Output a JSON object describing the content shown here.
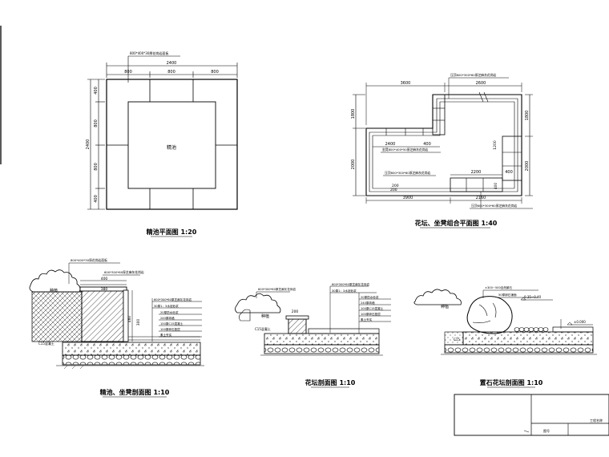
{
  "drawings": {
    "plan_pool": {
      "title": "精池平面图 1:20",
      "center_label": "精池",
      "dims_top": [
        "2400",
        "800",
        "800",
        "800"
      ],
      "dims_left": [
        "400",
        "800",
        "800",
        "400"
      ],
      "dim_left_total": "2400",
      "leader_note": "800*400*30厚花岗岩面板"
    },
    "plan_planter": {
      "title": "花坛、坐凳组合平面图 1:40",
      "dims": [
        "3600",
        "2600",
        "1800",
        "1800",
        "2400",
        "400",
        "2000",
        "2000",
        "2200",
        "400",
        "1200",
        "400",
        "200",
        "200",
        "3900",
        "2160"
      ],
      "notes": [
        "压顶600*300*60厚芝麻灰花岗岩",
        "坐凳800*400*50厚芝麻灰花岗岩",
        "压顶600*300*60厚芝麻灰花岗岩",
        "压顶600*300*60厚芝麻灰花岗岩"
      ]
    },
    "section_pool": {
      "title": "精池、坐凳剖面图 1:10",
      "dims": [
        "400",
        "380",
        "460",
        "300"
      ],
      "notes": [
        "800*400*30厚花岗岩面板",
        "600*300*60厚芝麻灰花岗岩",
        "30厚1：3水泥砂浆",
        "20厚防水砂浆",
        "240厚砖墙",
        "150厚C15混凝土",
        "100厚碎石垫层",
        "素土夯实"
      ],
      "labels": [
        "种植",
        "C15混凝土"
      ]
    },
    "section_planter": {
      "title": "花坛剖面图 1:10",
      "dims": [
        "200"
      ],
      "notes": [
        "600*300*60厚芝麻灰花岗岩",
        "30厚1：3水泥砂浆",
        "20厚防水砂浆",
        "240厚砖墙",
        "100厚C15混凝土",
        "100厚碎石垫层",
        "素土夯实"
      ],
      "labels": [
        "种植",
        "C15混凝土"
      ]
    },
    "section_rock": {
      "title": "置石花坛剖面图 1:10",
      "notes": [
        "±300~500自然景石",
        "50厚卵石铺面"
      ],
      "levels": [
        "0.35~0.40",
        "±0.000"
      ],
      "labels": [
        "种植",
        "C15"
      ]
    },
    "title_block": {
      "text": [
        "工程名称",
        "图号"
      ]
    }
  }
}
